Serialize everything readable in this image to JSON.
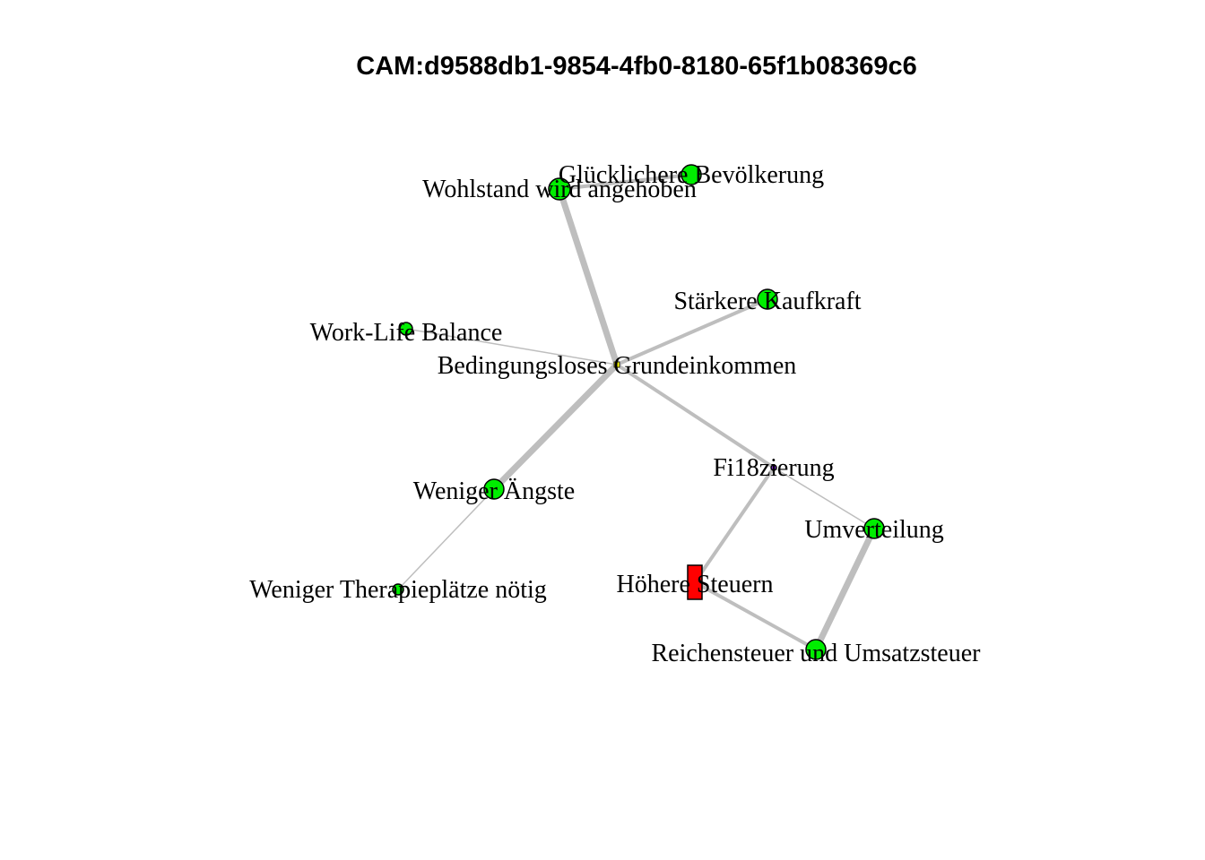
{
  "title": "CAM:d9588db1-9854-4fb0-8180-65f1b08369c6",
  "colors": {
    "positive": "#00ee00",
    "negative": "#ff0000",
    "ambivalent": "#8a2be2",
    "neutral": "#ffff00",
    "edge": "#bebebe",
    "outline": "#000000"
  },
  "nodes": [
    {
      "id": "bge",
      "label": "Bedingungsloses Grundeinkommen",
      "valence": "neutral"
    },
    {
      "id": "wohlstand",
      "label": "Wohlstand wird angehoben",
      "valence": "positive"
    },
    {
      "id": "gluecklich",
      "label": "Glücklichere Bevölkerung",
      "valence": "positive"
    },
    {
      "id": "kaufkraft",
      "label": "Stärkere Kaufkraft",
      "valence": "positive"
    },
    {
      "id": "worklife",
      "label": "Work-Life Balance",
      "valence": "positive"
    },
    {
      "id": "aengste",
      "label": "Weniger Ängste",
      "valence": "positive"
    },
    {
      "id": "therapie",
      "label": "Weniger Therapieplätze nötig",
      "valence": "positive"
    },
    {
      "id": "finanz",
      "label": "Fi18zierung",
      "valence": "ambivalent"
    },
    {
      "id": "umverteilung",
      "label": "Umverteilung",
      "valence": "positive"
    },
    {
      "id": "steuern",
      "label": "Höhere Steuern",
      "valence": "negative"
    },
    {
      "id": "reichen",
      "label": "Reichensteuer und Umsatzsteuer",
      "valence": "positive"
    }
  ],
  "edges": [
    {
      "source": "bge",
      "target": "wohlstand",
      "strength": 3
    },
    {
      "source": "wohlstand",
      "target": "gluecklich",
      "strength": 2
    },
    {
      "source": "bge",
      "target": "kaufkraft",
      "strength": 2
    },
    {
      "source": "bge",
      "target": "worklife",
      "strength": 1
    },
    {
      "source": "bge",
      "target": "aengste",
      "strength": 3
    },
    {
      "source": "aengste",
      "target": "therapie",
      "strength": 1
    },
    {
      "source": "bge",
      "target": "finanz",
      "strength": 2
    },
    {
      "source": "finanz",
      "target": "steuern",
      "strength": 2
    },
    {
      "source": "finanz",
      "target": "umverteilung",
      "strength": 1
    },
    {
      "source": "steuern",
      "target": "reichen",
      "strength": 2
    },
    {
      "source": "umverteilung",
      "target": "reichen",
      "strength": 3
    }
  ]
}
